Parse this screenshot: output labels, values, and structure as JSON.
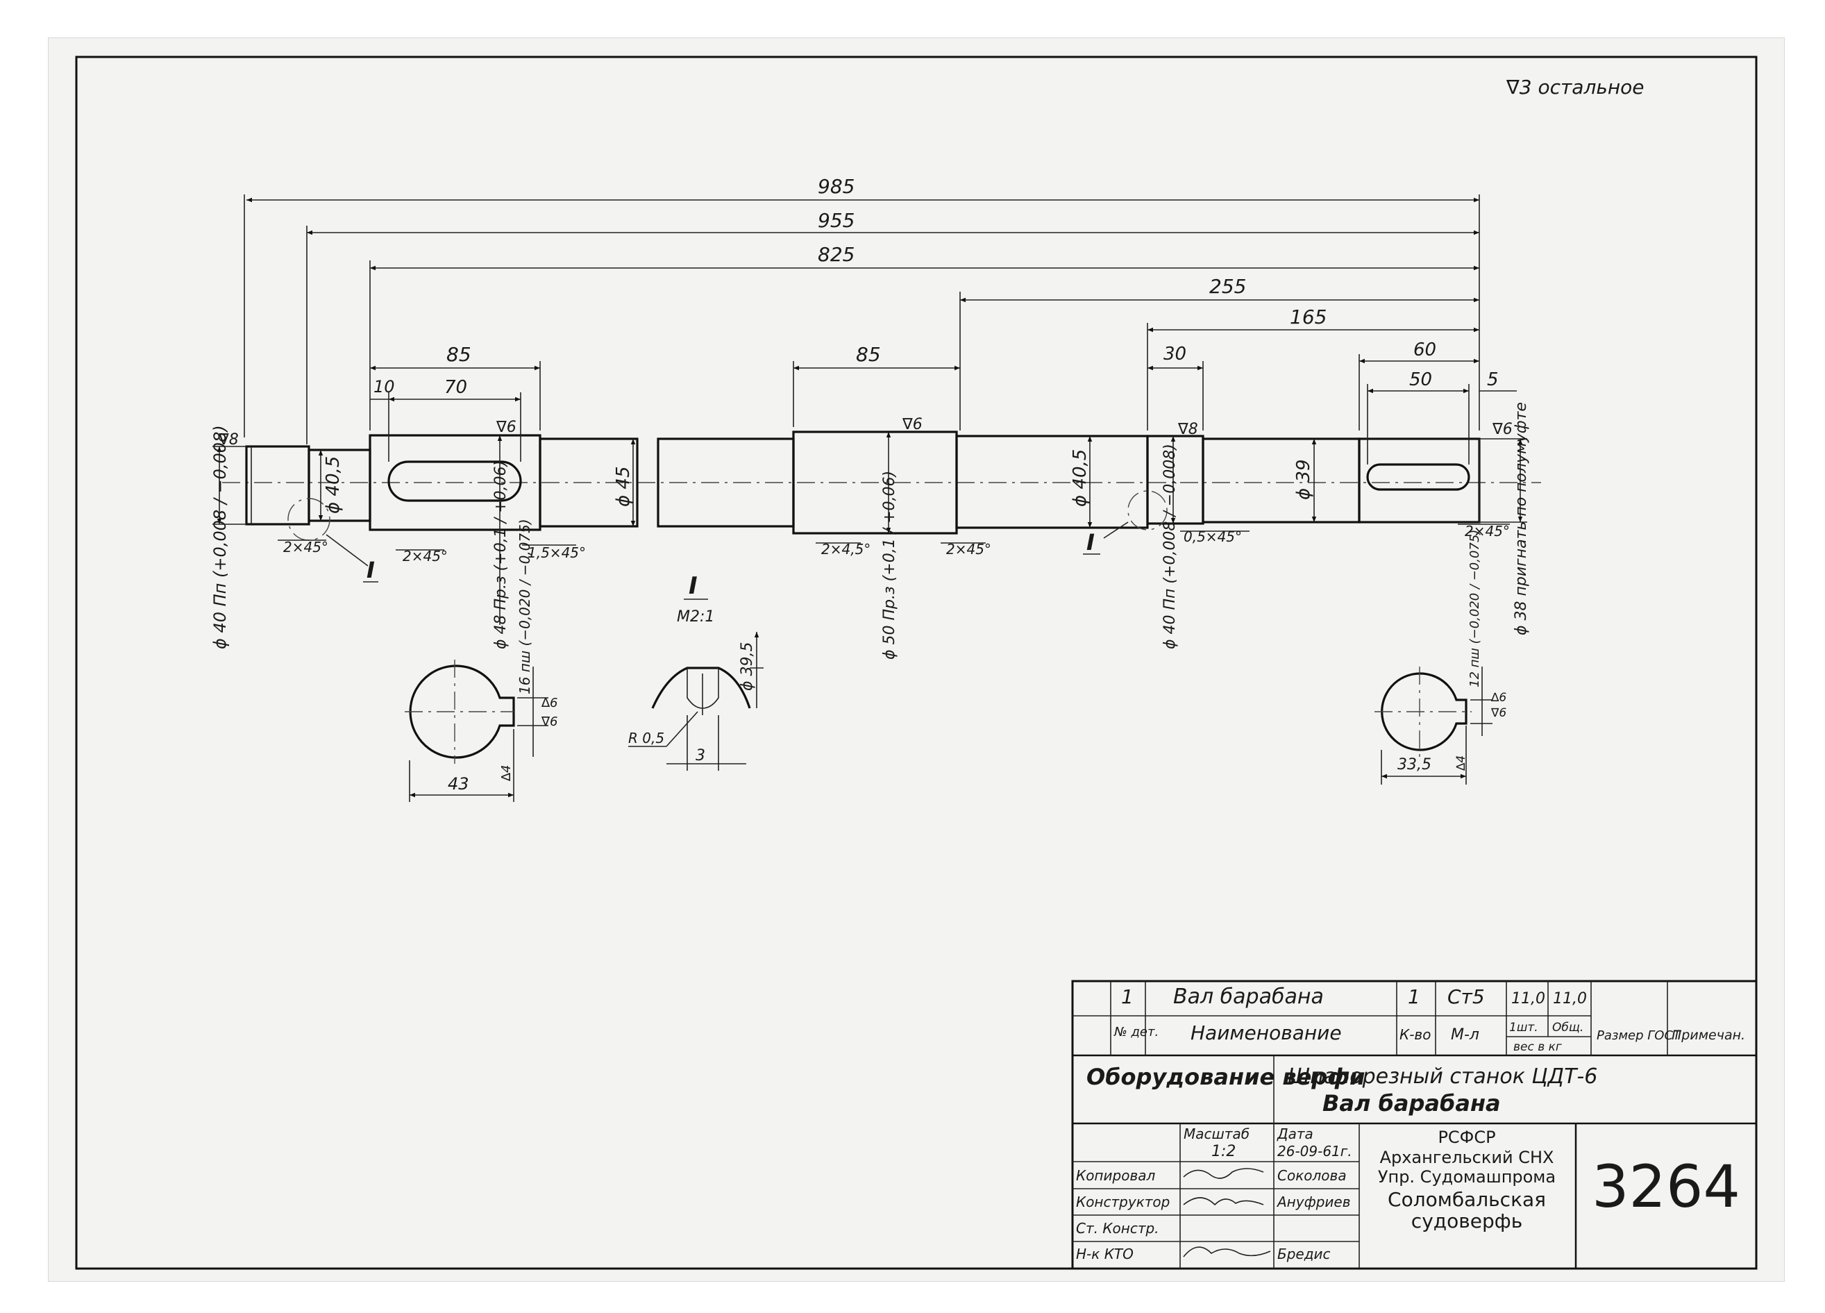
{
  "roughness_note": "∇3 остальное",
  "dimensions": {
    "d985": "985",
    "d955": "955",
    "d825": "825",
    "d255": "255",
    "d165": "165",
    "d85a": "85",
    "d70": "70",
    "d10": "10",
    "d85b": "85",
    "d30": "30",
    "d60": "60",
    "d50": "50",
    "d5": "5",
    "dia405a": "ϕ 40,5",
    "dia45": "ϕ 45",
    "dia405b": "ϕ 40,5",
    "dia39": "ϕ 39",
    "dia40pn_left": "ϕ 40 Пп (+0,008 / −0,008)",
    "dia48": "ϕ 48 Пр.з (+0,1 / +0,06)",
    "dia50": "ϕ 50 Пр.з (+0,1 / +0,06)",
    "dia40pn_right": "ϕ 40 Пп (+0,008 / −0,008)",
    "dia38": "ϕ 38 пригнать по полумуфте",
    "ch1": "2×45°",
    "ch2": "2×45°",
    "ch3": "1,5×45°",
    "ch4": "2×4,5°",
    "ch5": "2×45°",
    "ch6": "0,5×45°",
    "ch7": "2×45°",
    "r8a": "∇8",
    "r6a": "∇6",
    "r6b": "∇6",
    "r8b": "∇8",
    "r6c": "∇6",
    "sec1": "I",
    "sec2": "I"
  },
  "detail": {
    "label": "I",
    "scale": "М2:1",
    "dia": "ϕ 39,5",
    "radius": "R 0,5",
    "width": "3"
  },
  "sections": {
    "left": {
      "key": "16 пш (−0,020 / −0,075)",
      "depth": "43",
      "r6a": "∆6",
      "r6b": "∇6",
      "r4": "∆4"
    },
    "right": {
      "key": "12 пш (−0,020 / −0,075)",
      "depth": "33,5",
      "r6a": "∆6",
      "r6b": "∇6",
      "r4": "∆4"
    }
  },
  "title_block": {
    "row1": {
      "num": "1",
      "name": "Вал барабана",
      "qty": "1",
      "material": "Ст5",
      "w1": "11,0",
      "w2": "11,0"
    },
    "row2": {
      "num": "№ дет.",
      "name": "Наименование",
      "qty": "К-во",
      "material": "М-л",
      "w1": "1шт.",
      "w2": "Общ.",
      "weight": "вес в кг",
      "size": "Размер ГОСТ",
      "note": "Примечан."
    },
    "dept": "Оборудование верфи",
    "machine": "Шпалорезный станок ЦДТ-6",
    "part": "Вал барабана",
    "scale_label": "Масштаб",
    "scale_value": "1:2",
    "date_label": "Дата",
    "date_value": "26-09-61г.",
    "roles": [
      {
        "role": "Копировал",
        "name": "Соколова"
      },
      {
        "role": "Конструктор",
        "name": "Ануфриев"
      },
      {
        "role": "Ст. Констр.",
        "name": ""
      },
      {
        "role": "Н-к КТО",
        "name": "Бредис"
      }
    ],
    "org": [
      "РСФСР",
      "Архангельский СНХ",
      "Упр. Судомашпрома",
      "Соломбальская",
      "судоверфь"
    ],
    "drawing_number": "3264"
  }
}
